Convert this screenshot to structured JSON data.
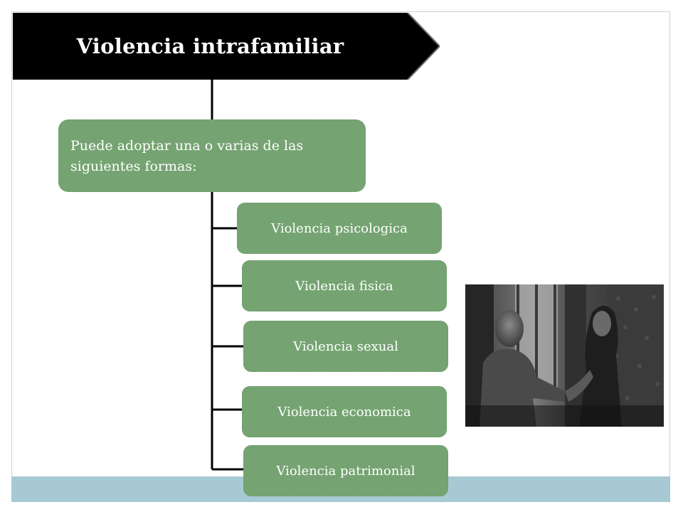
{
  "slide": {
    "title": "Violencia intrafamiliar",
    "intro": "Puede adoptar una o varias de las siguientes formas:",
    "forms": [
      {
        "label": "Violencia psicologica"
      },
      {
        "label": "Violencia fisica"
      },
      {
        "label": "Violencia sexual"
      },
      {
        "label": "Violencia economica"
      },
      {
        "label": "Violencia patrimonial"
      }
    ]
  },
  "colors": {
    "title_banner": "#000000",
    "box_fill": "#75a472",
    "connector": "#000000",
    "bottom_band": "#a7c9d3"
  },
  "photo": {
    "icon": "domestic-violence-photo",
    "tone": "grayscale"
  }
}
